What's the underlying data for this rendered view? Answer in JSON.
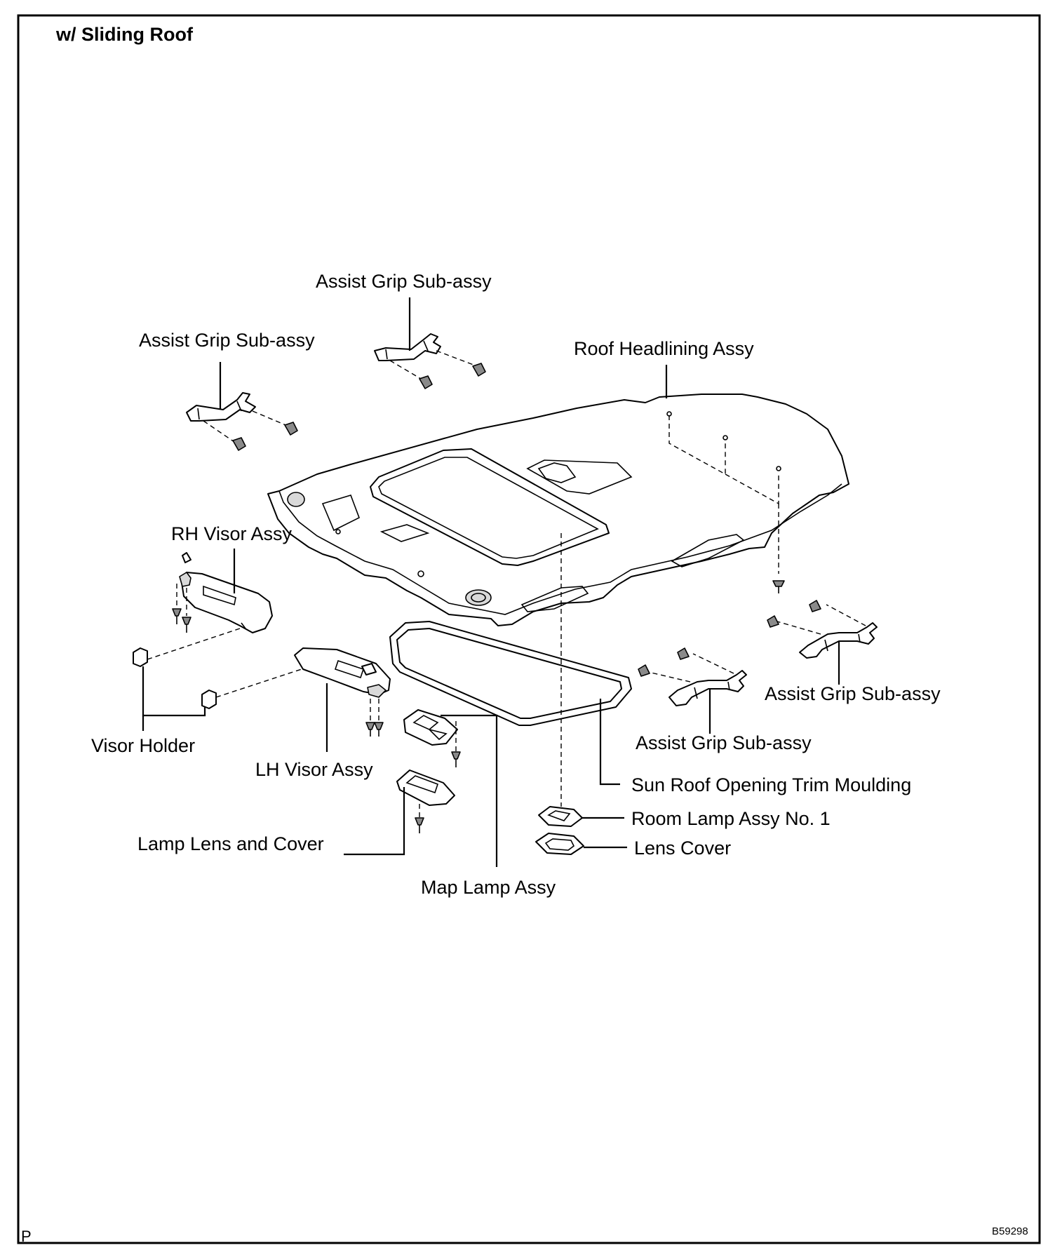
{
  "header": {
    "title": "w/ Sliding Roof"
  },
  "footer": {
    "corner_letter": "P",
    "figure_code": "B59298"
  },
  "labels": {
    "assist_grip_top_center": "Assist Grip Sub-assy",
    "assist_grip_top_left": "Assist Grip Sub-assy",
    "roof_headlining": "Roof Headlining Assy",
    "rh_visor": "RH Visor Assy",
    "assist_grip_right": "Assist Grip Sub-assy",
    "assist_grip_lower_right": "Assist Grip Sub-assy",
    "visor_holder": "Visor Holder",
    "lh_visor": "LH Visor Assy",
    "sun_roof_moulding": "Sun Roof Opening Trim Moulding",
    "room_lamp": "Room Lamp Assy No. 1",
    "lens_cover": "Lens Cover",
    "lamp_lens_cover": "Lamp Lens and Cover",
    "map_lamp": "Map Lamp Assy"
  }
}
